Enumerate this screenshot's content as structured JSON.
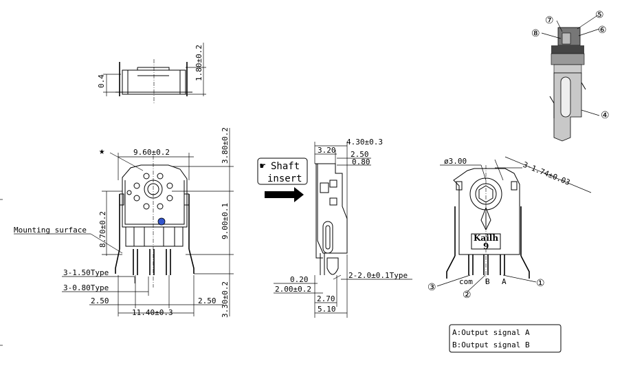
{
  "top_view": {
    "dim_height": "1.80±0.2",
    "dim_offset": "0.4"
  },
  "front_view": {
    "star": "★",
    "dim_width_top": "9.60±0.2",
    "dim_height_top": "3.80±0.2",
    "dim_left_height": "8.70±0.2",
    "dim_right_height": "9.00±0.1",
    "dim_pin_length": "3.30±0.2",
    "mounting_label": "Mounting surface",
    "type_large": "3-1.50Type",
    "type_small": "3-0.80Type",
    "pitch_left": "2.50",
    "pitch_right": "2.50",
    "overall_width": "11.40±0.3"
  },
  "side_view": {
    "shaft_icon": "☛",
    "shaft_line1": "Shaft",
    "shaft_line2": "insert",
    "dim_total": "4.30±0.3",
    "dim_a": "3.20",
    "dim_b": "2.50",
    "dim_c": "0.80",
    "dim_020": "0.20",
    "dim_200": "2.00±0.2",
    "dim_type": "2-2.0±0.1Type",
    "dim_270": "2.70",
    "dim_510": "5.10"
  },
  "right_view": {
    "diameter": "ø3.00",
    "hex": "3-1.74±0.03",
    "brand": "Kailh",
    "code": "9",
    "pin_com": "com",
    "pin_b": "B",
    "pin_a": "A",
    "callout_1": "①",
    "callout_2": "②",
    "callout_3": "③"
  },
  "exploded_view": {
    "callout_4": "④",
    "callout_5": "⑤",
    "callout_6": "⑥",
    "callout_7": "⑦",
    "callout_8": "⑧"
  },
  "legend": {
    "line_a": "A:Output signal A",
    "line_b": "B:Output signal B"
  }
}
